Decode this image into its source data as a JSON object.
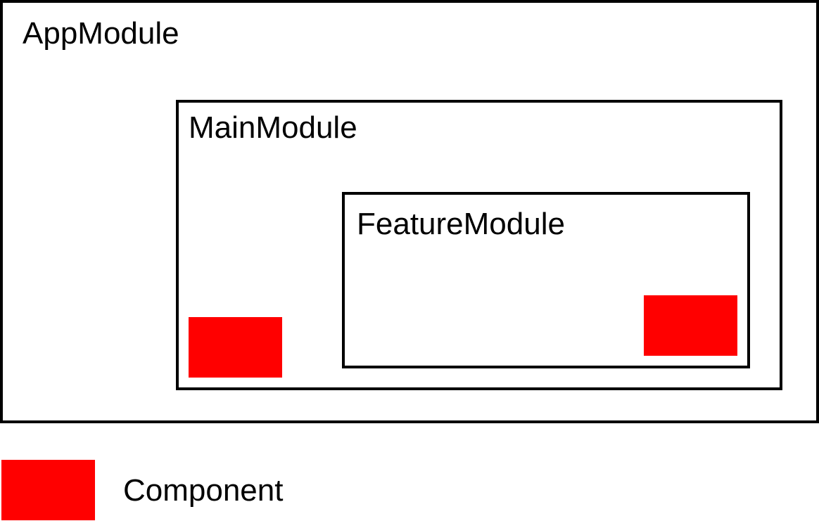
{
  "modules": {
    "app": {
      "label": "AppModule"
    },
    "main": {
      "label": "MainModule"
    },
    "feature": {
      "label": "FeatureModule"
    }
  },
  "legend": {
    "label": "Component"
  },
  "colors": {
    "component": "#ff0000",
    "border": "#000000",
    "background": "#ffffff"
  }
}
